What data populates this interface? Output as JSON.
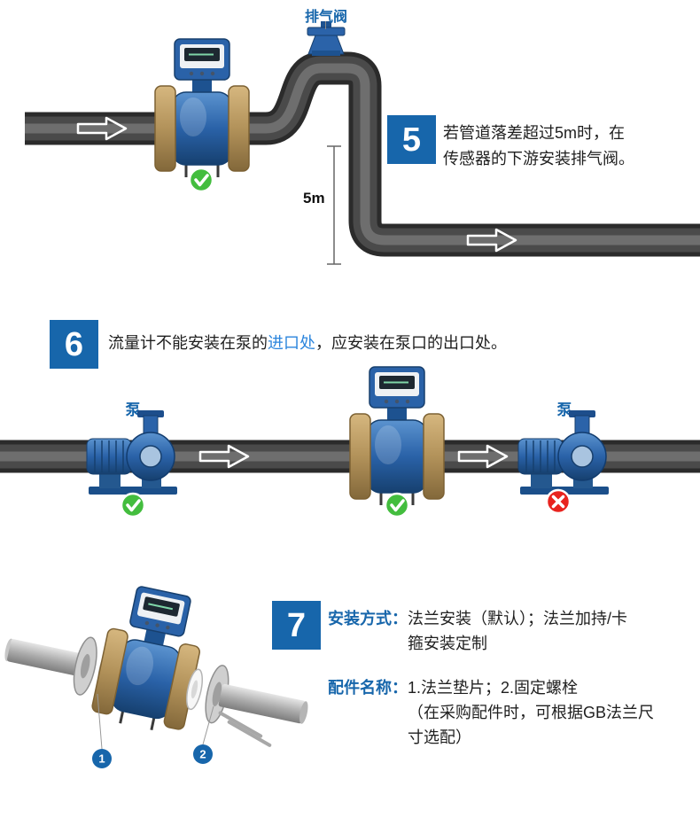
{
  "colors": {
    "badge_blue": "#1766ab",
    "label_blue": "#1766ab",
    "highlight_blue": "#2b85dd",
    "check_green": "#43bd3e",
    "cross_red": "#e8231e"
  },
  "icons": {
    "check_icon": "✓",
    "cross_icon": "✕",
    "flow_arrow_icon": "➔"
  },
  "section5": {
    "badge": "5",
    "valve_label": "排气阀",
    "dimension_label": "5m",
    "lines": [
      "若管道落差超过5m时，在",
      "传感器的下游安装排气阀。"
    ]
  },
  "section6": {
    "badge": "6",
    "heading_prefix": "流量计不能安装在泵的",
    "heading_highlight": "进口处",
    "heading_suffix": "，应安装在泵口的出口处。",
    "pump_left_label": "泵",
    "pump_right_label": "泵"
  },
  "section7": {
    "badge": "7",
    "install_label": "安装方式：",
    "install_lines": [
      "法兰安装（默认）；法兰加持/卡",
      "箍安装定制"
    ],
    "parts_label": "配件名称：",
    "parts_lines": [
      "1.法兰垫片；2.固定螺栓",
      "（在采购配件时，可根据GB法兰尺",
      "寸选配）"
    ],
    "marker1": "1",
    "marker2": "2"
  }
}
